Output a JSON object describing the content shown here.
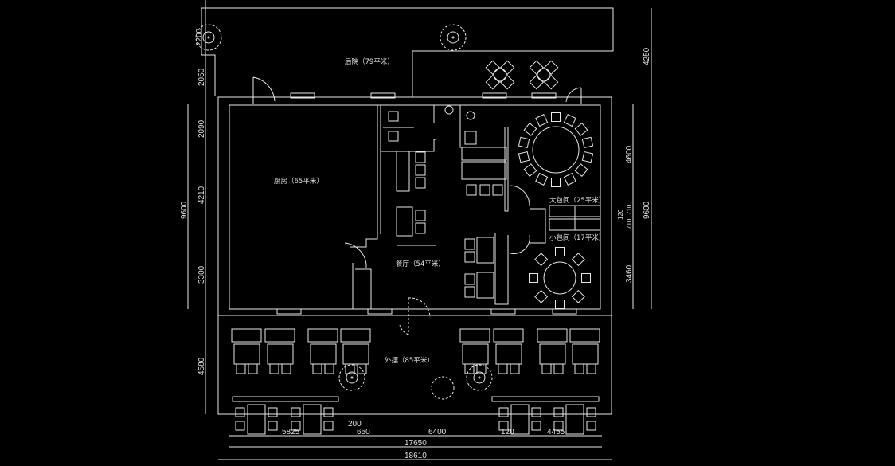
{
  "rooms": {
    "backyard": "后院（79平米）",
    "kitchen": "厨房（65平米）",
    "large_private_room": "大包间（25平米）",
    "small_private_room": "小包间（17平米）",
    "dining_hall": "餐厅（54平米）",
    "outdoor_seating": "外摆（85平米）"
  },
  "dimensions": {
    "left": [
      "2200",
      "2050",
      "2090",
      "4210",
      "9600",
      "3300",
      "4580"
    ],
    "right": [
      "4250",
      "4600",
      "9600",
      "120",
      "710",
      "710",
      "3460"
    ],
    "bottom": [
      "5825",
      "200",
      "650",
      "6400",
      "120",
      "4455",
      "17650",
      "18610"
    ]
  },
  "colors": {
    "background": "#000000",
    "line": "#e8e8e8"
  }
}
